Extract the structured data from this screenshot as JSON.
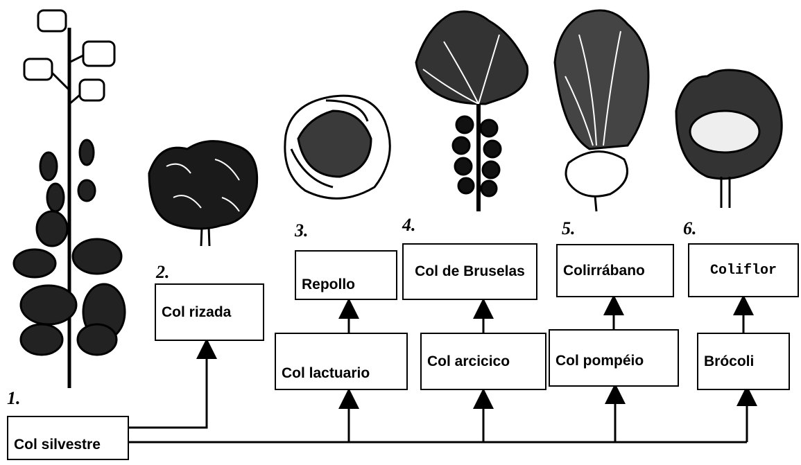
{
  "labels": {
    "wild": "Col silvestre",
    "kale": "Col rizada",
    "lactuario": "Col lactuario",
    "cabbage": "Repollo",
    "arcicico": "Col arcicico",
    "brussels": "Col de Bruselas",
    "pompeio": "Col pompéio",
    "kohlrabi": "Colirrábano",
    "broccoli": "Brócoli",
    "cauliflower": "Coliflor"
  },
  "numbers": {
    "n1": "1.",
    "n2": "2.",
    "n3": "3.",
    "n4": "4.",
    "n5": "5.",
    "n6": "6."
  }
}
